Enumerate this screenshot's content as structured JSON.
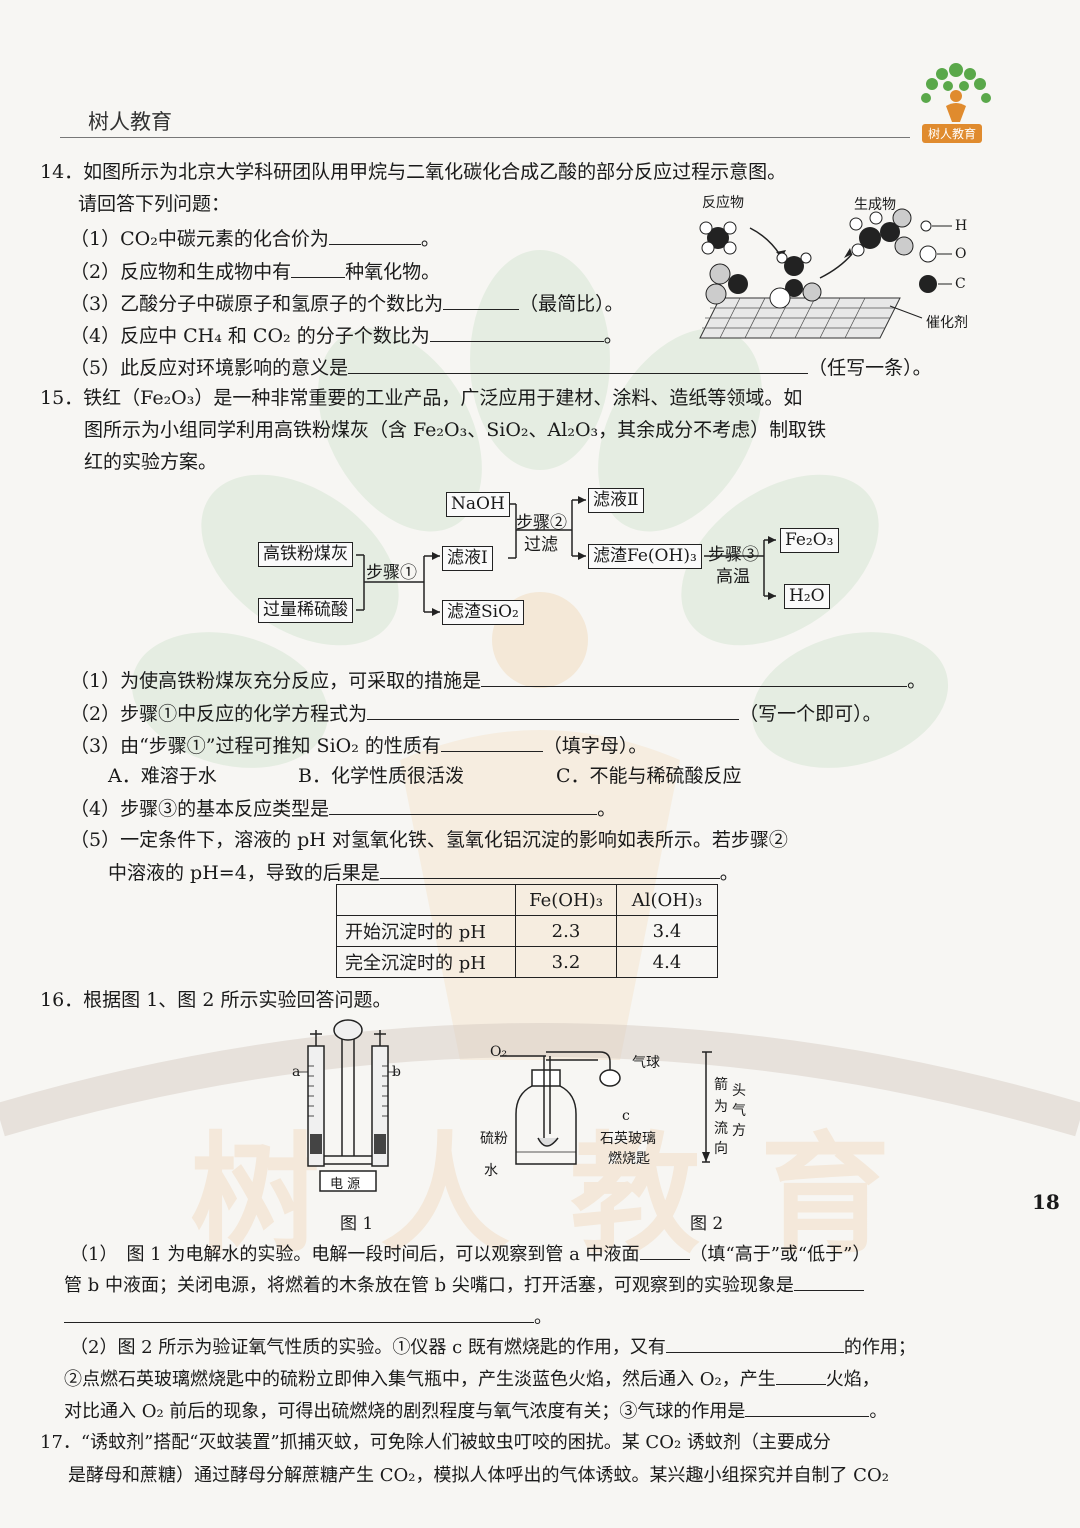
{
  "header": {
    "title": "树人教育",
    "logo_text": "树人教育"
  },
  "watermark": {
    "text": "树人教育"
  },
  "page_number": "18",
  "q14": {
    "stem": "14．如图所示为北京大学科研团队用甲烷与二氧化碳化合成乙酸的部分反应过程示意图。",
    "prompt": "请回答下列问题：",
    "p1_a": "（1）CO₂中碳元素的化合价为",
    "p1_b": "。",
    "p2_a": "（2）反应物和生成物中有",
    "p2_b": "种氧化物。",
    "p3_a": "（3）乙酸分子中碳原子和氢原子的个数比为",
    "p3_b": "（最简比）。",
    "p4_a": "（4）反应中 CH₄ 和 CO₂ 的分子个数比为",
    "p4_b": "。",
    "p5_a": "（5）此反应对环境影响的意义是",
    "p5_b": "（任写一条）。",
    "diagram": {
      "reactant": "反应物",
      "product": "生成物",
      "legend_h": "H",
      "legend_o": "O",
      "legend_c": "C",
      "catalyst": "催化剂"
    }
  },
  "q15": {
    "stem1": "15．铁红（Fe₂O₃）是一种非常重要的工业产品，广泛应用于建材、涂料、造纸等领域。如",
    "stem2": "图所示为小组同学利用高铁粉煤灰（含 Fe₂O₃、SiO₂、Al₂O₃，其余成分不考虑）制取铁",
    "stem3": "红的实验方案。",
    "flow": {
      "ash": "高铁粉煤灰",
      "acid": "过量稀硫酸",
      "step1": "步骤①",
      "filtrate1": "滤液Ⅰ",
      "residue_sio2": "滤渣SiO₂",
      "naoh": "NaOH",
      "step2": "步骤②",
      "filter": "过滤",
      "filtrate2": "滤液Ⅱ",
      "residue_feoh": "滤渣Fe(OH)₃",
      "step3": "步骤③",
      "high_temp": "高温",
      "fe2o3": "Fe₂O₃",
      "h2o": "H₂O"
    },
    "p1_a": "（1）为使高铁粉煤灰充分反应，可采取的措施是",
    "p1_b": "。",
    "p2_a": "（2）步骤①中反应的化学方程式为",
    "p2_b": "（写一个即可）。",
    "p3_a": "（3）由“步骤①”过程可推知 SiO₂ 的性质有",
    "p3_b": "（填字母）。",
    "opt_a": "A．难溶于水",
    "opt_b": "B．化学性质很活泼",
    "opt_c": "C．不能与稀硫酸反应",
    "p4_a": "（4）步骤③的基本反应类型是",
    "p4_b": "。",
    "p5_l1": "（5）一定条件下，溶液的 pH 对氢氧化铁、氢氧化铝沉淀的影响如表所示。若步骤②",
    "p5_l2a": "中溶液的 pH=4，导致的后果是",
    "p5_l2b": "。",
    "table": {
      "headers": [
        "",
        "Fe(OH)₃",
        "Al(OH)₃"
      ],
      "rows": [
        [
          "开始沉淀时的 pH",
          "2.3",
          "3.4"
        ],
        [
          "完全沉淀时的 pH",
          "3.2",
          "4.4"
        ]
      ]
    }
  },
  "q16": {
    "stem": "16．根据图 1、图 2 所示实验回答问题。",
    "fig1": {
      "a": "a",
      "b": "b",
      "power": "电 源",
      "caption": "图 1"
    },
    "fig2": {
      "o2": "O₂",
      "balloon": "气球",
      "c": "c",
      "sulfur": "硫粉",
      "water": "水",
      "spoon1": "石英玻璃",
      "spoon2": "燃烧匙",
      "arrow_note": [
        "箭",
        "头",
        "为",
        "气",
        "流",
        "方",
        "向"
      ],
      "caption": "图 2"
    },
    "p1_l1a": "（1）　图 1 为电解水的实验。电解一段时间后，可以观察到管 a 中液面",
    "p1_l1b": "（填“高于”或“低于”）",
    "p1_l2a": "管 b 中液面；关闭电源，将燃着的木条放在管 b 尖嘴口，打开活塞，可观察到的实验现象是",
    "p1_l3b": "。",
    "p2_l1a": "（2）图 2 所示为验证氧气性质的实验。①仪器 c 既有燃烧匙的作用，又有",
    "p2_l1b": "的作用；",
    "p2_l2a": "②点燃石英玻璃燃烧匙中的硫粉立即伸入集气瓶中，产生淡蓝色火焰，然后通入 O₂，产生",
    "p2_l2b": "火焰，",
    "p2_l3a": "对比通入 O₂ 前后的现象，可得出硫燃烧的剧烈程度与氧气浓度有关；③气球的作用是",
    "p2_l3b": "。"
  },
  "q17": {
    "l1": "17．“诱蚊剂”搭配“灭蚊装置”抓捕灭蚊，可免除人们被蚊虫叮咬的困扰。某 CO₂ 诱蚊剂（主要成分",
    "l2": "是酵母和蔗糖）通过酵母分解蔗糖产生 CO₂，模拟人体呼出的气体诱蚊。某兴趣小组探究并自制了 CO₂"
  }
}
